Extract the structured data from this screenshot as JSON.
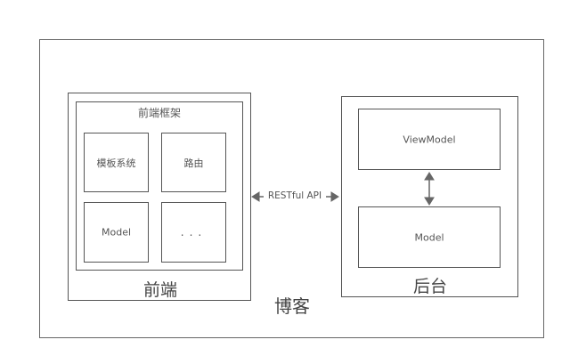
{
  "diagram": {
    "outer_label": "博客",
    "frontend": {
      "label": "前端",
      "framework_label": "前端框架",
      "modules": [
        "模板系统",
        "路由",
        "Model",
        "..."
      ]
    },
    "backend": {
      "label": "后台",
      "modules": [
        "ViewModel",
        "Model"
      ]
    },
    "connection_label": "RESTful API"
  }
}
